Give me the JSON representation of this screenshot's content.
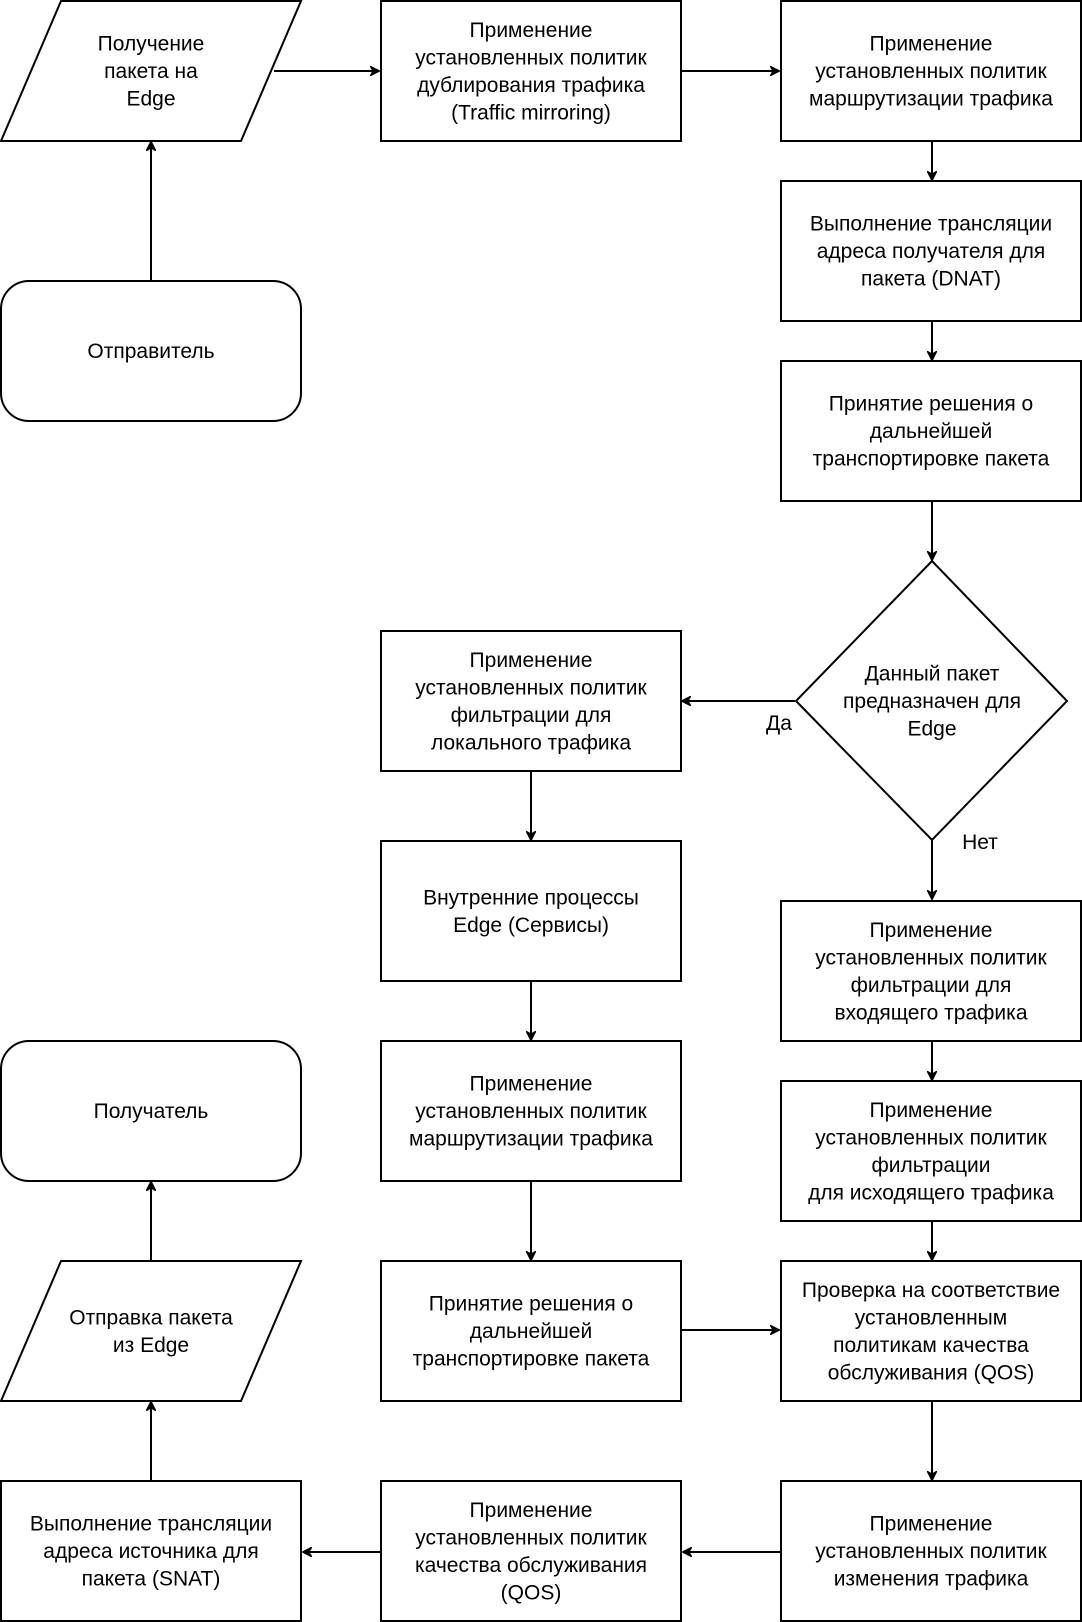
{
  "nodes": {
    "sender": {
      "lines": [
        "Отправитель"
      ]
    },
    "receive_packet": {
      "lines": [
        "Получение",
        "пакета на",
        "Edge"
      ]
    },
    "mirroring": {
      "lines": [
        "Применение",
        "установленных политик",
        "дублирования трафика",
        "(Traffic mirroring)"
      ]
    },
    "routing_in": {
      "lines": [
        "Применение",
        "установленных политик",
        "маршрутизации трафика"
      ]
    },
    "dnat": {
      "lines": [
        "Выполнение трансляции",
        "адреса получателя для",
        "пакета (DNAT)"
      ]
    },
    "decision_transport_1": {
      "lines": [
        "Принятие решения о",
        "дальнейшей",
        "транспортировке пакета"
      ]
    },
    "is_for_edge": {
      "lines": [
        "Данный пакет",
        "предназначен для",
        "Edge"
      ]
    },
    "filter_local": {
      "lines": [
        "Применение",
        "установленных политик",
        "фильтрации для",
        "локального трафика"
      ]
    },
    "internal_processes": {
      "lines": [
        "Внутренние процессы",
        "Edge (Сервисы)"
      ]
    },
    "routing_out": {
      "lines": [
        "Применение",
        "установленных политик",
        "маршрутизации трафика"
      ]
    },
    "decision_transport_2": {
      "lines": [
        "Принятие решения о",
        "дальнейшей",
        "транспортировке пакета"
      ]
    },
    "filter_incoming": {
      "lines": [
        "Применение",
        "установленных политик",
        "фильтрации для",
        "входящего трафика"
      ]
    },
    "filter_outgoing": {
      "lines": [
        "Применение",
        "установленных политик",
        "фильтрации",
        "для исходящего трафика"
      ]
    },
    "qos_check": {
      "lines": [
        "Проверка на соответствие",
        "установленным",
        "политикам качества",
        "обслуживания (QOS)"
      ]
    },
    "traffic_modify": {
      "lines": [
        "Применение",
        "установленных политик",
        "изменения трафика"
      ]
    },
    "qos_apply": {
      "lines": [
        "Применение",
        "установленных политик",
        "качества обслуживания",
        "(QOS)"
      ]
    },
    "snat": {
      "lines": [
        "Выполнение трансляции",
        "адреса источника для",
        "пакета (SNAT)"
      ]
    },
    "send_packet": {
      "lines": [
        "Отправка пакета",
        "из Edge"
      ]
    },
    "receiver": {
      "lines": [
        "Получатель"
      ]
    }
  },
  "edge_labels": {
    "yes": "Да",
    "no": "Нет"
  },
  "colors": {
    "stroke": "#000000",
    "fill": "#ffffff",
    "text": "#000000"
  }
}
